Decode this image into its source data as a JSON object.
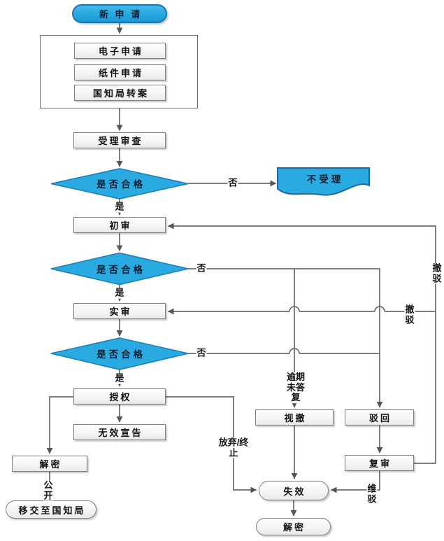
{
  "diagram_type": "flowchart",
  "language": "zh-CN",
  "colors": {
    "shape_cyan": "#29abe2",
    "shape_cyan_border": "#1a75ae",
    "box_border": "#7e7e7e",
    "connector": "#6b6b6b",
    "box_fill": "#f5f5f5"
  },
  "nodes": {
    "start": "新 申 请",
    "source_electronic": "电子申请",
    "source_paper": "纸件申请",
    "source_cnipa_transfer": "国知局转案",
    "acceptance_review": "受理审查",
    "decision1": "是否合格",
    "not_accepted": "不受理",
    "preliminary_exam": "初审",
    "decision2": "是否合格",
    "substantive_exam": "实审",
    "decision3": "是否合格",
    "grant": "授权",
    "invalidation_declaration": "无效宣告",
    "declassify": "解密",
    "transfer_to_cnipa": "移交至国知局",
    "deemed_withdrawn": "视撤",
    "rejected": "驳回",
    "reexamination": "复审",
    "lapsed": "失效",
    "declassify_final": "解密"
  },
  "edge_labels": {
    "yes_1": "是",
    "yes_2": "是",
    "yes_3": "是",
    "no_1": "否",
    "no_2": "否",
    "no_3": "否",
    "withdraw_rejection_right": "撤\n驳",
    "withdraw_rejection_mid": "撤\n驳",
    "overdue_no_reply": "逾期\n未答\n复",
    "abandon_or_terminate": "放弃/终\n止",
    "uphold_rejection": "维\n驳",
    "publication": "公\n开"
  }
}
